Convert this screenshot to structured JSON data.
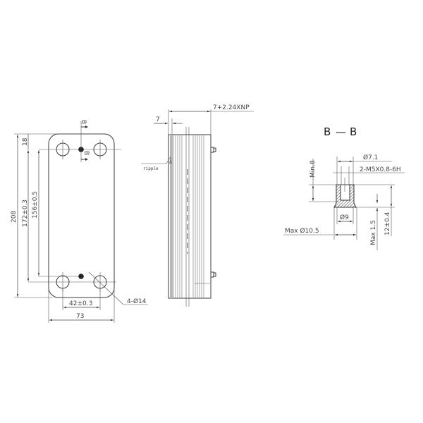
{
  "drawing": {
    "type": "Plate heat exchanger technical drawing",
    "front_view": {
      "section_marker_top": "B",
      "section_marker_side": "B",
      "dimensions": {
        "overall_height": "208",
        "port_center_distance_outer": "172±0.3",
        "port_center_distance_inner": "156±0.5",
        "top_offset": "18",
        "port_horizontal_spacing": "42±0.3",
        "overall_width": "73",
        "port_callout": "4-Ø14"
      }
    },
    "side_view": {
      "thickness_formula": "7+2.24XNP",
      "end_plate_thickness": "7",
      "label_ripple": "ripple"
    },
    "section_view": {
      "title": "B — B",
      "title_left": "B",
      "title_dash": "—",
      "title_right": "B",
      "dimensions": {
        "min_depth": "Min.8",
        "inner_diameter": "Ø7.1",
        "thread": "2-M5X0.8-6H",
        "body_diameter": "Ø9",
        "max_flange_diameter": "Max Ø10.5",
        "max_flange_height": "Max 1.5",
        "stud_height": "12±0.4"
      }
    },
    "colors": {
      "line": "#3a3a3a",
      "background": "#ffffff",
      "plate_shade": "#b8b8b8"
    }
  }
}
